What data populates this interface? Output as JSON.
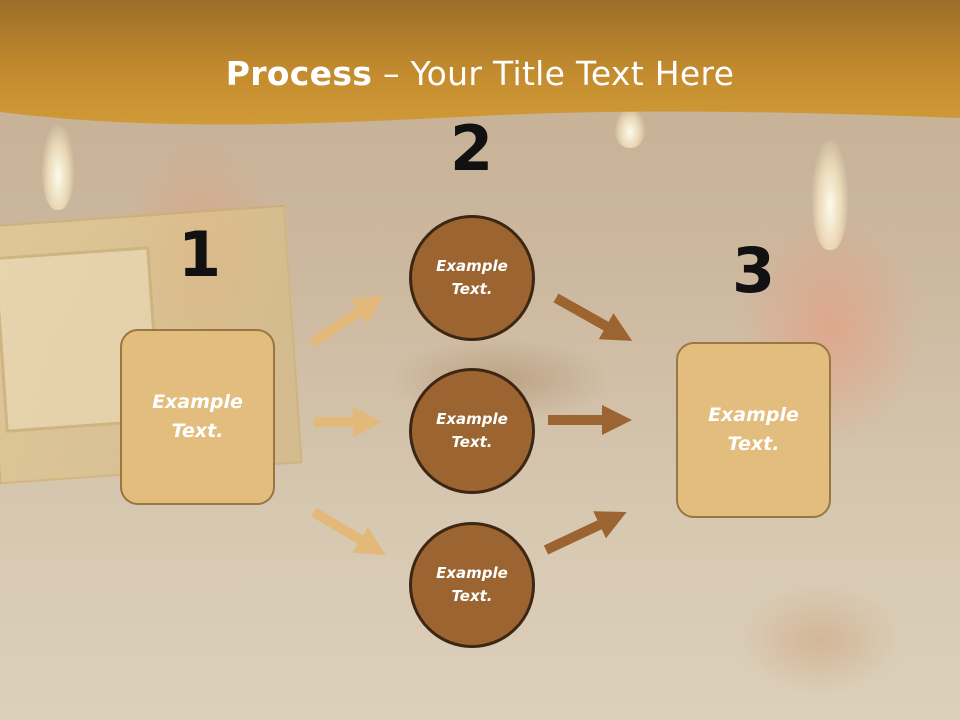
{
  "slide": {
    "title_bold": "Process",
    "title_rest": " – Your Title Text Here"
  },
  "steps": {
    "one": {
      "number": "1",
      "label": "Example\nText."
    },
    "two": {
      "number": "2"
    },
    "three": {
      "number": "3",
      "label": "Example\nText."
    }
  },
  "circles": [
    {
      "label": "Example\nText."
    },
    {
      "label": "Example\nText."
    },
    {
      "label": "Example\nText."
    }
  ],
  "colors": {
    "header_band": "#c8922f",
    "box_fill": "#e3bd7d",
    "circle_fill": "#9b6431",
    "arrow_light": "#e2b979",
    "arrow_dark": "#9b6431"
  }
}
